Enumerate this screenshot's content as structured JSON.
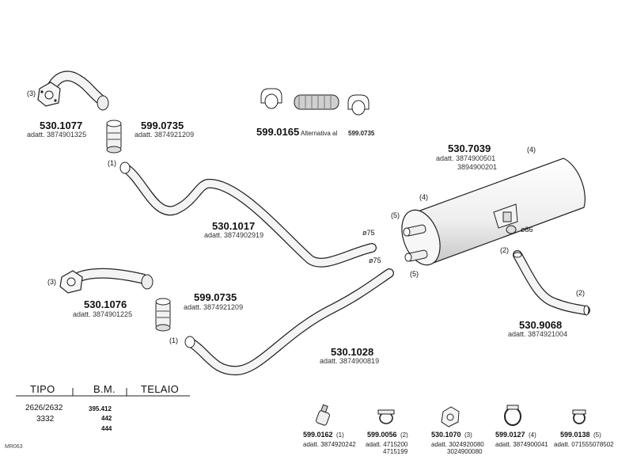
{
  "parts": {
    "p530_1077": {
      "code": "530.1077",
      "sub": "adatt. 3874901325",
      "callout": "(3)"
    },
    "p599_0735a": {
      "code": "599.0735",
      "sub": "adatt. 3874921209",
      "callout": "(1)"
    },
    "p599_0165": {
      "code": "599.0165",
      "alt": "Alternativa  al",
      "alt_code": "599.0735"
    },
    "p530_1017": {
      "code": "530.1017",
      "sub": "adatt. 3874902919",
      "dia": "ø75"
    },
    "p530_7039": {
      "code": "530.7039",
      "sub1": "adatt. 3874900501",
      "sub2": "3894900201",
      "c4a": "(4)",
      "c4b": "(4)",
      "c5a": "(5)",
      "c5b": "(5)",
      "dia": "ø86"
    },
    "p530_1076": {
      "code": "530.1076",
      "sub": "adatt. 3874901225",
      "callout": "(3)"
    },
    "p599_0735b": {
      "code": "599.0735",
      "sub": "adatt. 3874921209",
      "callout": "(1)"
    },
    "p530_1028": {
      "code": "530.1028",
      "sub": "adatt. 3874900819",
      "dia": "ø75"
    },
    "p530_9068": {
      "code": "530.9068",
      "sub": "adatt. 3874921004",
      "c2a": "(2)",
      "c2b": "(2)"
    }
  },
  "table": {
    "headers": [
      "TIPO",
      "B.M.",
      "TELAIO"
    ],
    "rows": [
      {
        "tipo": "2626/2632",
        "bm": "395.412"
      },
      {
        "tipo": "3332",
        "bm": "442"
      },
      {
        "tipo": "",
        "bm": "444"
      }
    ]
  },
  "small_parts": [
    {
      "code": "599.0162",
      "ref": "(1)",
      "sub": "adatt. 3874920242",
      "sub2": "",
      "icon": "clamp-saddle-icon"
    },
    {
      "code": "599.0056",
      "ref": "(2)",
      "sub": "adatt. 4715200",
      "sub2": "4715199",
      "icon": "clamp-u-bolt-icon"
    },
    {
      "code": "530.1070",
      "ref": "(3)",
      "sub": "adatt. 3024920080",
      "sub2": "3024900080",
      "icon": "gasket-icon"
    },
    {
      "code": "599.0127",
      "ref": "(4)",
      "sub": "adatt. 3874900041",
      "sub2": "",
      "icon": "band-clamp-icon"
    },
    {
      "code": "599.0138",
      "ref": "(5)",
      "sub": "adatt. 071555078502",
      "sub2": "",
      "icon": "clamp-small-icon"
    }
  ],
  "footer": {
    "ref": "MR063"
  }
}
